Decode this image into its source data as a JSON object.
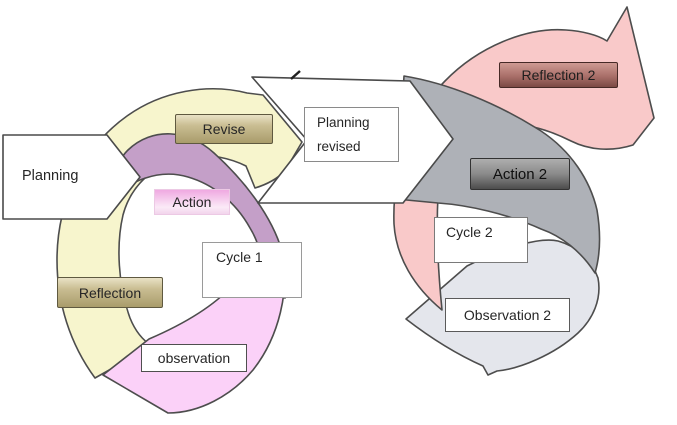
{
  "diagram": {
    "title_domain": "action research cycles diagram",
    "cycle1": {
      "planning_label": "Planning",
      "revise_label": "Revise",
      "action_label": "Action",
      "cycle_label": "Cycle 1",
      "reflection_label": "Reflection",
      "observation_label": "observation"
    },
    "transition": {
      "line1": "Planning",
      "line2": "revised"
    },
    "cycle2": {
      "reflection_label": "Reflection 2",
      "action_label": "Action 2",
      "cycle_label": "Cycle 2",
      "observation_label": "Observation 2"
    },
    "colors": {
      "cycle1_yellow_band": "#f7f5cd",
      "cycle1_purple_band": "#c49fc8",
      "cycle1_magenta_band": "#fbd1f8",
      "cycle2_pink_band": "#f9c9c9",
      "cycle2_gray_band": "#aeb1b7",
      "cycle2_lightgray_band": "#e4e6ec",
      "tan_button": "#c3b787",
      "rose_button": "#a26a64",
      "gray_button": "#7c7c7c",
      "band_outline": "#4d4d4d"
    }
  }
}
